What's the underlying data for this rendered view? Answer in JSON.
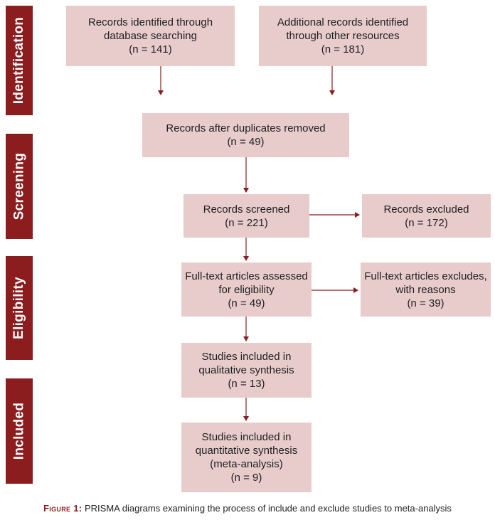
{
  "phases": {
    "identification": "Identification",
    "screening": "Screening",
    "eligibility": "Eligibility",
    "included": "Included"
  },
  "boxes": {
    "db_search": {
      "line1": "Records identified through",
      "line2": "database searching",
      "count": "(n = 141)"
    },
    "other_sources": {
      "line1": "Additional records identified",
      "line2": "through other resources",
      "count": "(n = 181)"
    },
    "duplicates_removed": {
      "line1": "Records after duplicates removed",
      "count": "(n = 49)"
    },
    "screened": {
      "line1": "Records screened",
      "count": "(n = 221)"
    },
    "excluded": {
      "line1": "Records excluded",
      "count": "(n = 172)"
    },
    "fulltext_assessed": {
      "line1": "Full-text articles assessed",
      "line2": "for eligibility",
      "count": "(n = 49)"
    },
    "fulltext_excluded": {
      "line1": "Full-text articles excludes,",
      "line2": "with reasons",
      "count": "(n = 39)"
    },
    "qualitative": {
      "line1": "Studies included in",
      "line2": "qualitative synthesis",
      "count": "(n = 13)"
    },
    "quantitative": {
      "line1": "Studies included in",
      "line2": "quantitative synthesis",
      "line3": "(meta-analysis)",
      "count": "(n = 9)"
    }
  },
  "caption": {
    "label": "Figure 1:",
    "text": "PRISMA diagrams examining the process of include and exclude studies to meta-analysis"
  },
  "colors": {
    "phase_bar": "#8b1d1f",
    "box_fill": "#e7cccb",
    "arrow": "#8b1d1f"
  }
}
